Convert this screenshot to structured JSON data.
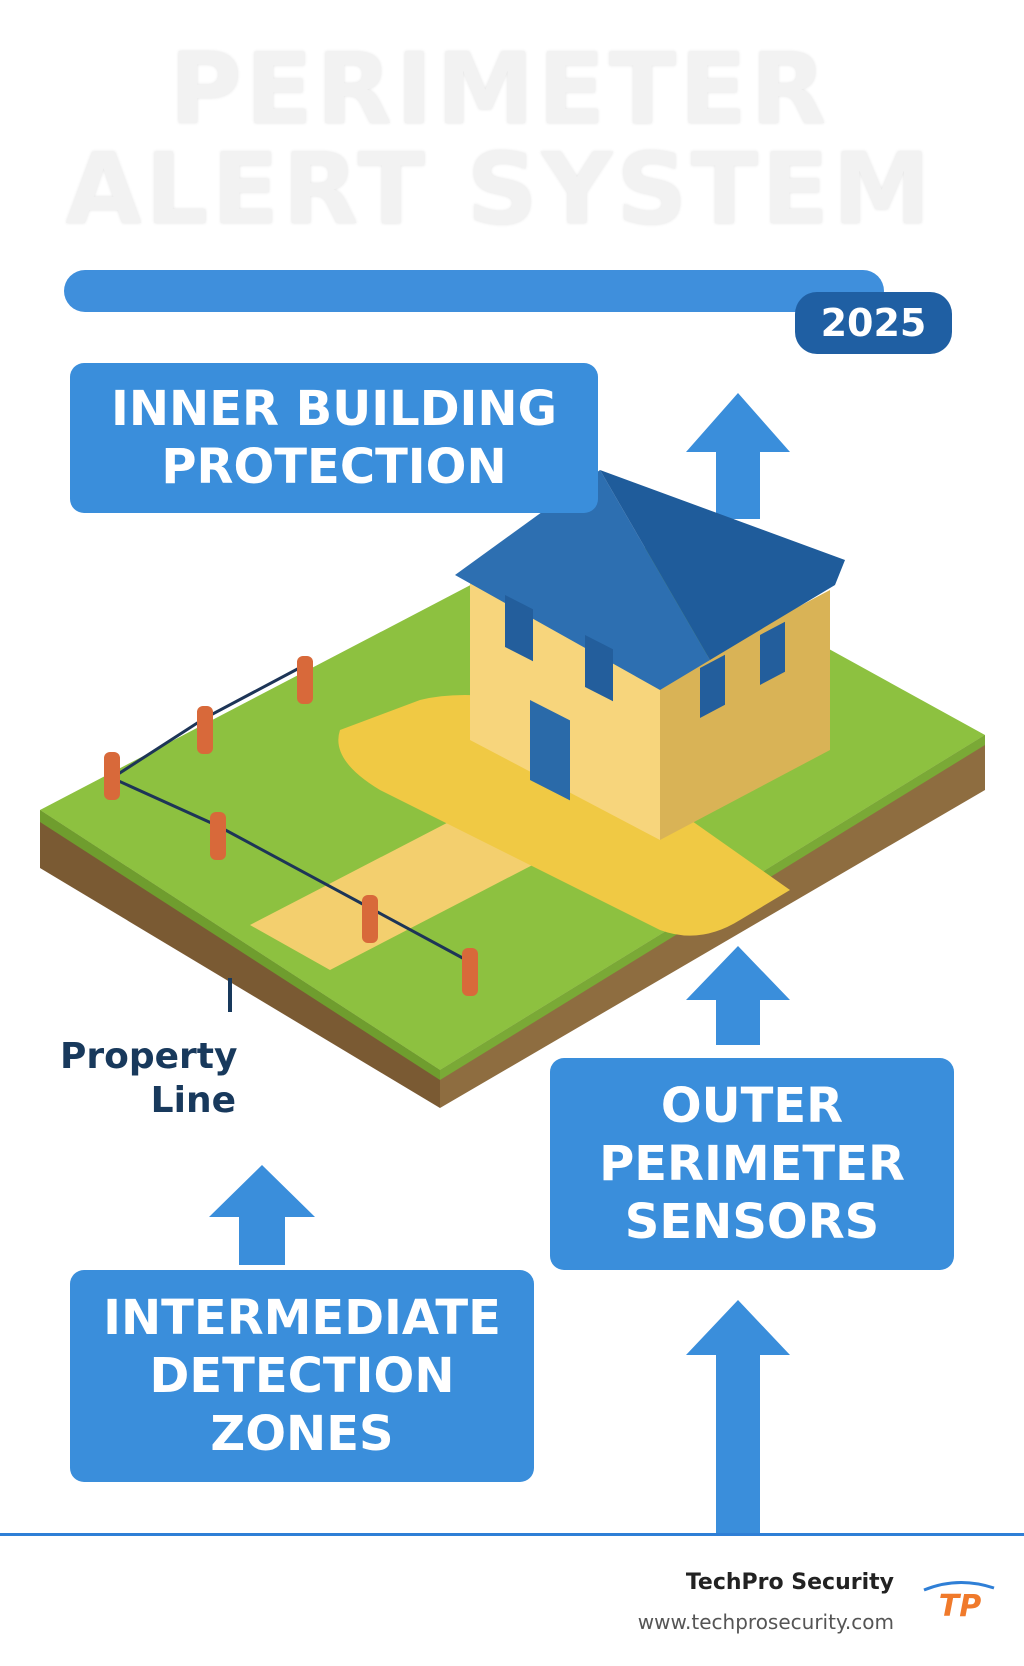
{
  "header": {
    "title": "PERIMETER ALERT SYSTEM",
    "year": "2025"
  },
  "zones": {
    "inner": [
      "INNER BUILDING",
      "PROTECTION"
    ],
    "outer": [
      "OUTER",
      "PERIMETER",
      "SENSORS"
    ],
    "intermediate": [
      "INTERMEDIATE",
      "DETECTION",
      "ZONES"
    ]
  },
  "labels": {
    "property_line": [
      "Property",
      "Line"
    ]
  },
  "footer": {
    "brand": "TechPro Security",
    "url": "www.techprosecurity.com",
    "logo_text": "TP"
  },
  "colors": {
    "accent": "#3a8edb",
    "dark_blue": "#1f5fa3",
    "grass": "#8bbf3f",
    "soil": "#8a6a3e",
    "house_wall": "#f5d27a",
    "roof": "#24609e",
    "post": "#d8693a",
    "logo_orange": "#f07a2b"
  }
}
